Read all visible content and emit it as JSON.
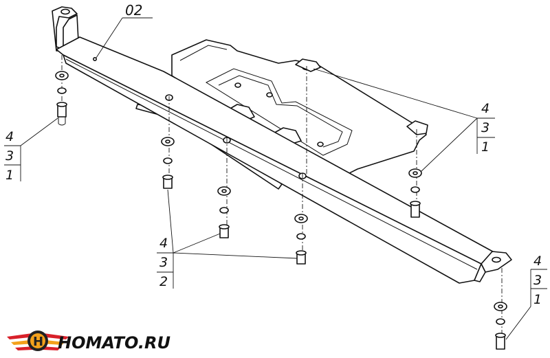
{
  "drawing": {
    "part_code": "02",
    "callouts": {
      "left": [
        "4",
        "3",
        "1"
      ],
      "top_right": [
        "4",
        "3",
        "1"
      ],
      "center": [
        "4",
        "3",
        "2"
      ],
      "bottom_right": [
        "4",
        "3",
        "1"
      ]
    }
  },
  "brand": {
    "name": "HOMATO.RU",
    "colors": {
      "red": "#d8202a",
      "orange": "#f3a11c",
      "dark": "#222222"
    }
  }
}
